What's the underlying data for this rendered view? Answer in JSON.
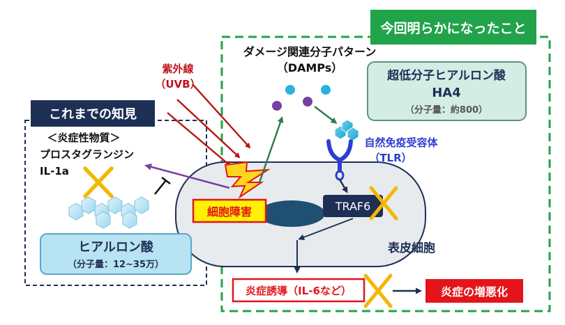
{
  "header_new_findings": "今回明らかになったこと",
  "header_previous": "これまでの知見",
  "uv_label": "紫外線",
  "uv_sub": "（UVB）",
  "damps_label": "ダメージ関連分子パターン",
  "damps_sub": "（DAMPs）",
  "ha4": {
    "title": "超低分子ヒアルロン酸",
    "name": "HA4",
    "mw": "（分子量：約800）"
  },
  "tlr_label": "自然免疫受容体",
  "tlr_sub": "（TLR）",
  "inflammatory": {
    "title": "＜炎症性物質＞",
    "item1": "プロスタグランジン",
    "item2": "IL-1a"
  },
  "cell_damage": "細胞障害",
  "traf6": "TRAF6",
  "epidermal_cell": "表皮細胞",
  "hyaluronic": {
    "title": "ヒアルロン酸",
    "mw": "（分子量：12~35万）"
  },
  "induction": "炎症誘導（IL-6など）",
  "worsening": "炎症の増悪化",
  "colors": {
    "green": "#21a34a",
    "navy": "#1e2f55",
    "red": "#e3151a",
    "purple": "#7a3fa3",
    "uv_arrow": "#b81414",
    "cross": "#f3b700",
    "cyan": "#2ab2e0",
    "receptor": "#2d3fd0"
  }
}
